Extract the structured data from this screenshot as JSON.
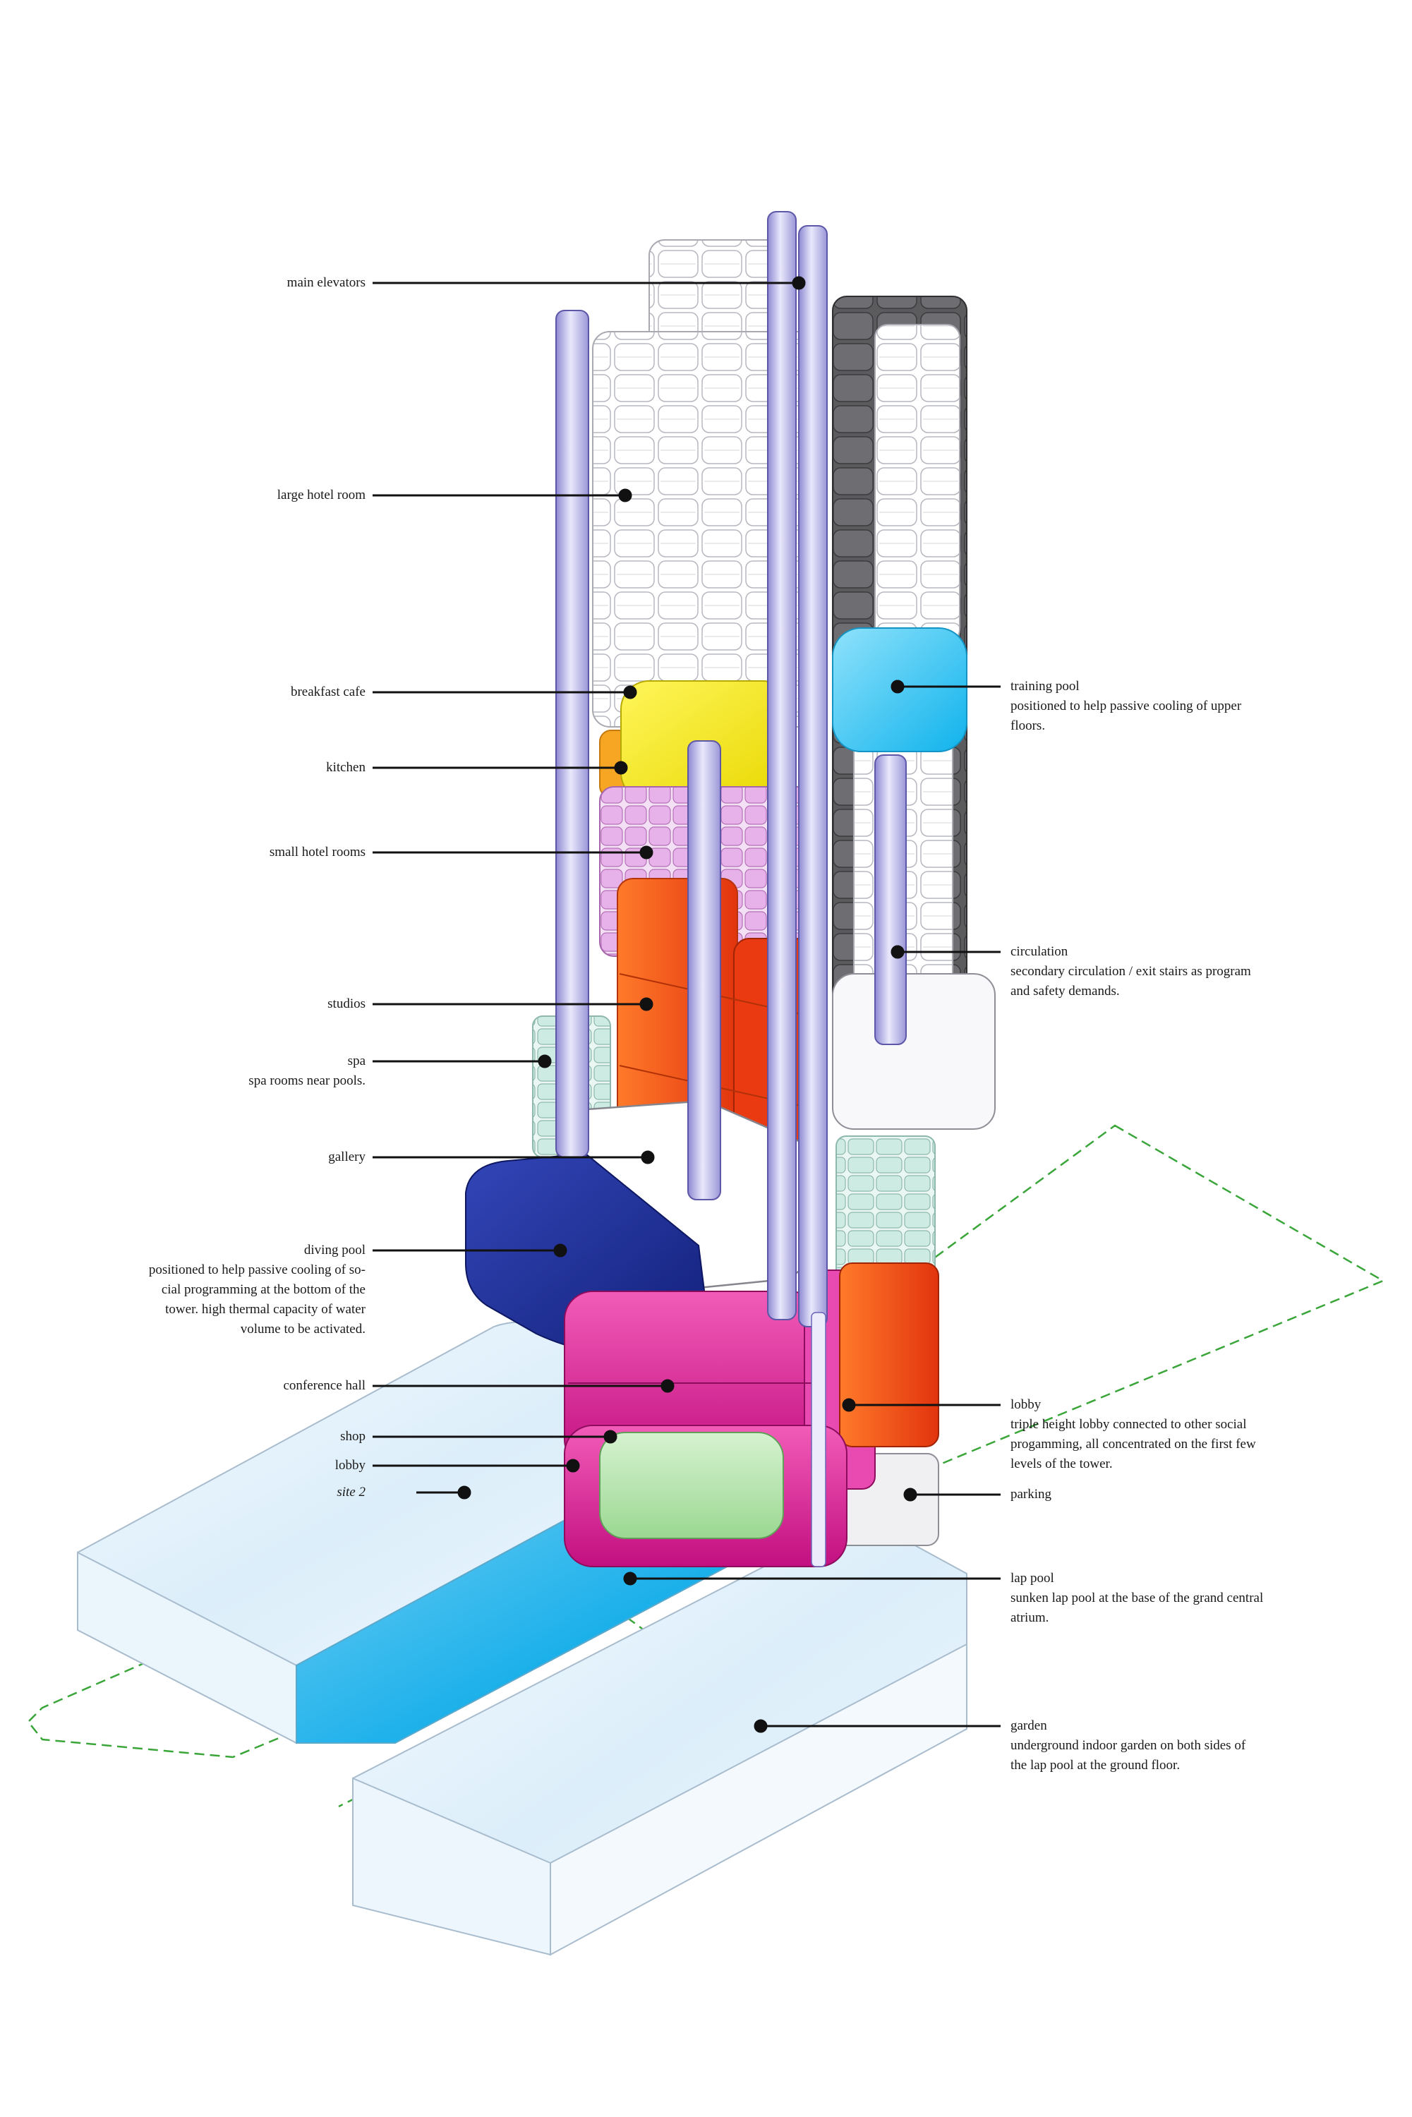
{
  "labels_left": [
    {
      "id": "main-elevators",
      "title": "main elevators",
      "desc": []
    },
    {
      "id": "large-hotel-room",
      "title": "large hotel room",
      "desc": []
    },
    {
      "id": "breakfast-cafe",
      "title": "breakfast cafe",
      "desc": []
    },
    {
      "id": "kitchen",
      "title": "kitchen",
      "desc": []
    },
    {
      "id": "small-hotel-rooms",
      "title": "small hotel rooms",
      "desc": []
    },
    {
      "id": "studios",
      "title": "studios",
      "desc": []
    },
    {
      "id": "spa",
      "title": "spa",
      "desc": [
        "spa rooms near pools."
      ]
    },
    {
      "id": "gallery",
      "title": "gallery",
      "desc": []
    },
    {
      "id": "diving-pool",
      "title": "diving pool",
      "desc": [
        "positioned to help passive cooling of so-",
        "cial programming at the bottom of the",
        "tower. high thermal capacity of water",
        "volume to be activated."
      ]
    },
    {
      "id": "conference-hall",
      "title": "conference hall",
      "desc": []
    },
    {
      "id": "shop",
      "title": "shop",
      "desc": []
    },
    {
      "id": "lobby-left",
      "title": "lobby",
      "desc": []
    },
    {
      "id": "site-2",
      "title": "site 2",
      "desc": []
    }
  ],
  "labels_right": [
    {
      "id": "training-pool",
      "title": "training pool",
      "desc": [
        "positioned to help passive cooling of upper",
        "floors."
      ]
    },
    {
      "id": "circulation",
      "title": "circulation",
      "desc": [
        "secondary circulation / exit stairs as program",
        "and safety demands."
      ]
    },
    {
      "id": "lobby-right",
      "title": "lobby",
      "desc": [
        "triple height lobby connected to other social",
        "progamming, all concentrated on the first few",
        "levels of the tower."
      ]
    },
    {
      "id": "parking",
      "title": "parking",
      "desc": []
    },
    {
      "id": "lap-pool",
      "title": "lap pool",
      "desc": [
        "sunken lap pool at the base of the grand central",
        "atrium."
      ]
    },
    {
      "id": "garden",
      "title": "garden",
      "desc": [
        "underground indoor garden on both sides of",
        "the lap pool at the ground floor."
      ]
    }
  ],
  "colors": {
    "leader": "#111111",
    "site_outline": "#3aa63a",
    "glass": "#dff0fb",
    "glass_edge": "#9fb4c6",
    "lap_pool": "#1bb0ea",
    "elevator": "#b9b6e6",
    "elevator_dark": "#6a64b8",
    "room": "#ffffff",
    "room_edge": "#bcbcc4",
    "dark_rooms": "#555558",
    "training_pool": "#3cc6f2",
    "breakfast": "#f4ea14",
    "kitchen": "#f6a623",
    "small_rooms": "#e2a6e4",
    "studios": "#ff5a1c",
    "studios_dark": "#ea3a12",
    "gallery": "#ffffff",
    "diving_pool": "#1c2f9a",
    "conference": "#e3179a",
    "shop": "#a7e3a0",
    "spa": "#c8e8de"
  }
}
